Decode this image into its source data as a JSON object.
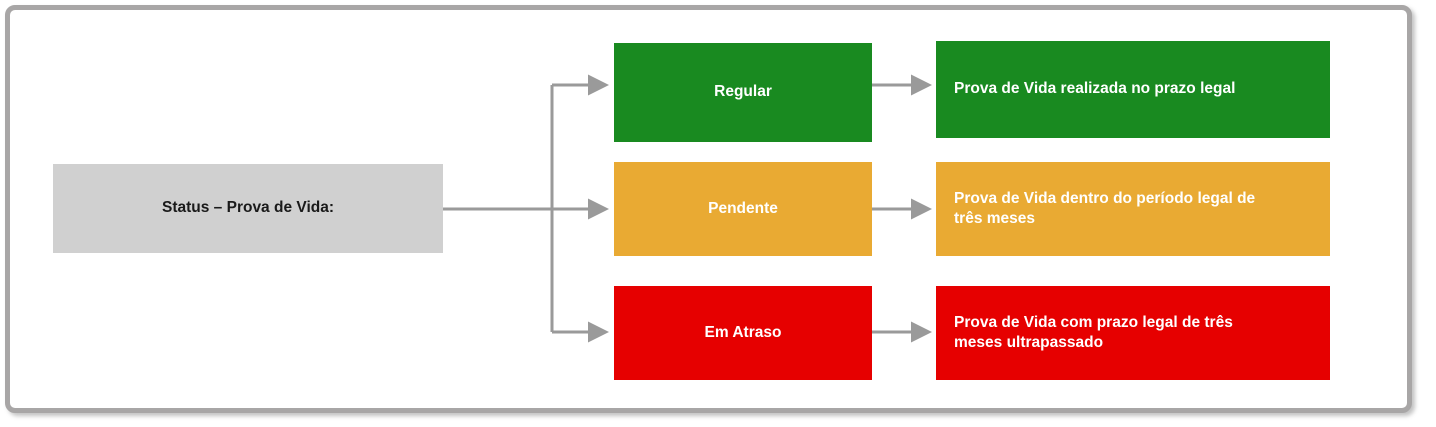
{
  "diagram": {
    "type": "flowchart",
    "title_node": {
      "label": "Status – Prova de Vida:",
      "color": "#d0d0d0",
      "text_color": "#1a1a1a"
    },
    "frame_color": "#a8a6a6",
    "connector_color": "#9a9a9a",
    "branches": [
      {
        "status_label": "Regular",
        "description_line1": "Prova de Vida realizada no prazo legal",
        "description_line2": "",
        "color": "#198A20",
        "text_color": "#ffffff"
      },
      {
        "status_label": "Pendente",
        "description_line1": "Prova de Vida dentro do período legal de",
        "description_line2": "três meses",
        "color": "#E9AA33",
        "text_color": "#ffffff"
      },
      {
        "status_label": "Em Atraso",
        "description_line1": "Prova de Vida com prazo legal de três",
        "description_line2": "meses ultrapassado",
        "color": "#E60000",
        "text_color": "#ffffff"
      }
    ]
  }
}
